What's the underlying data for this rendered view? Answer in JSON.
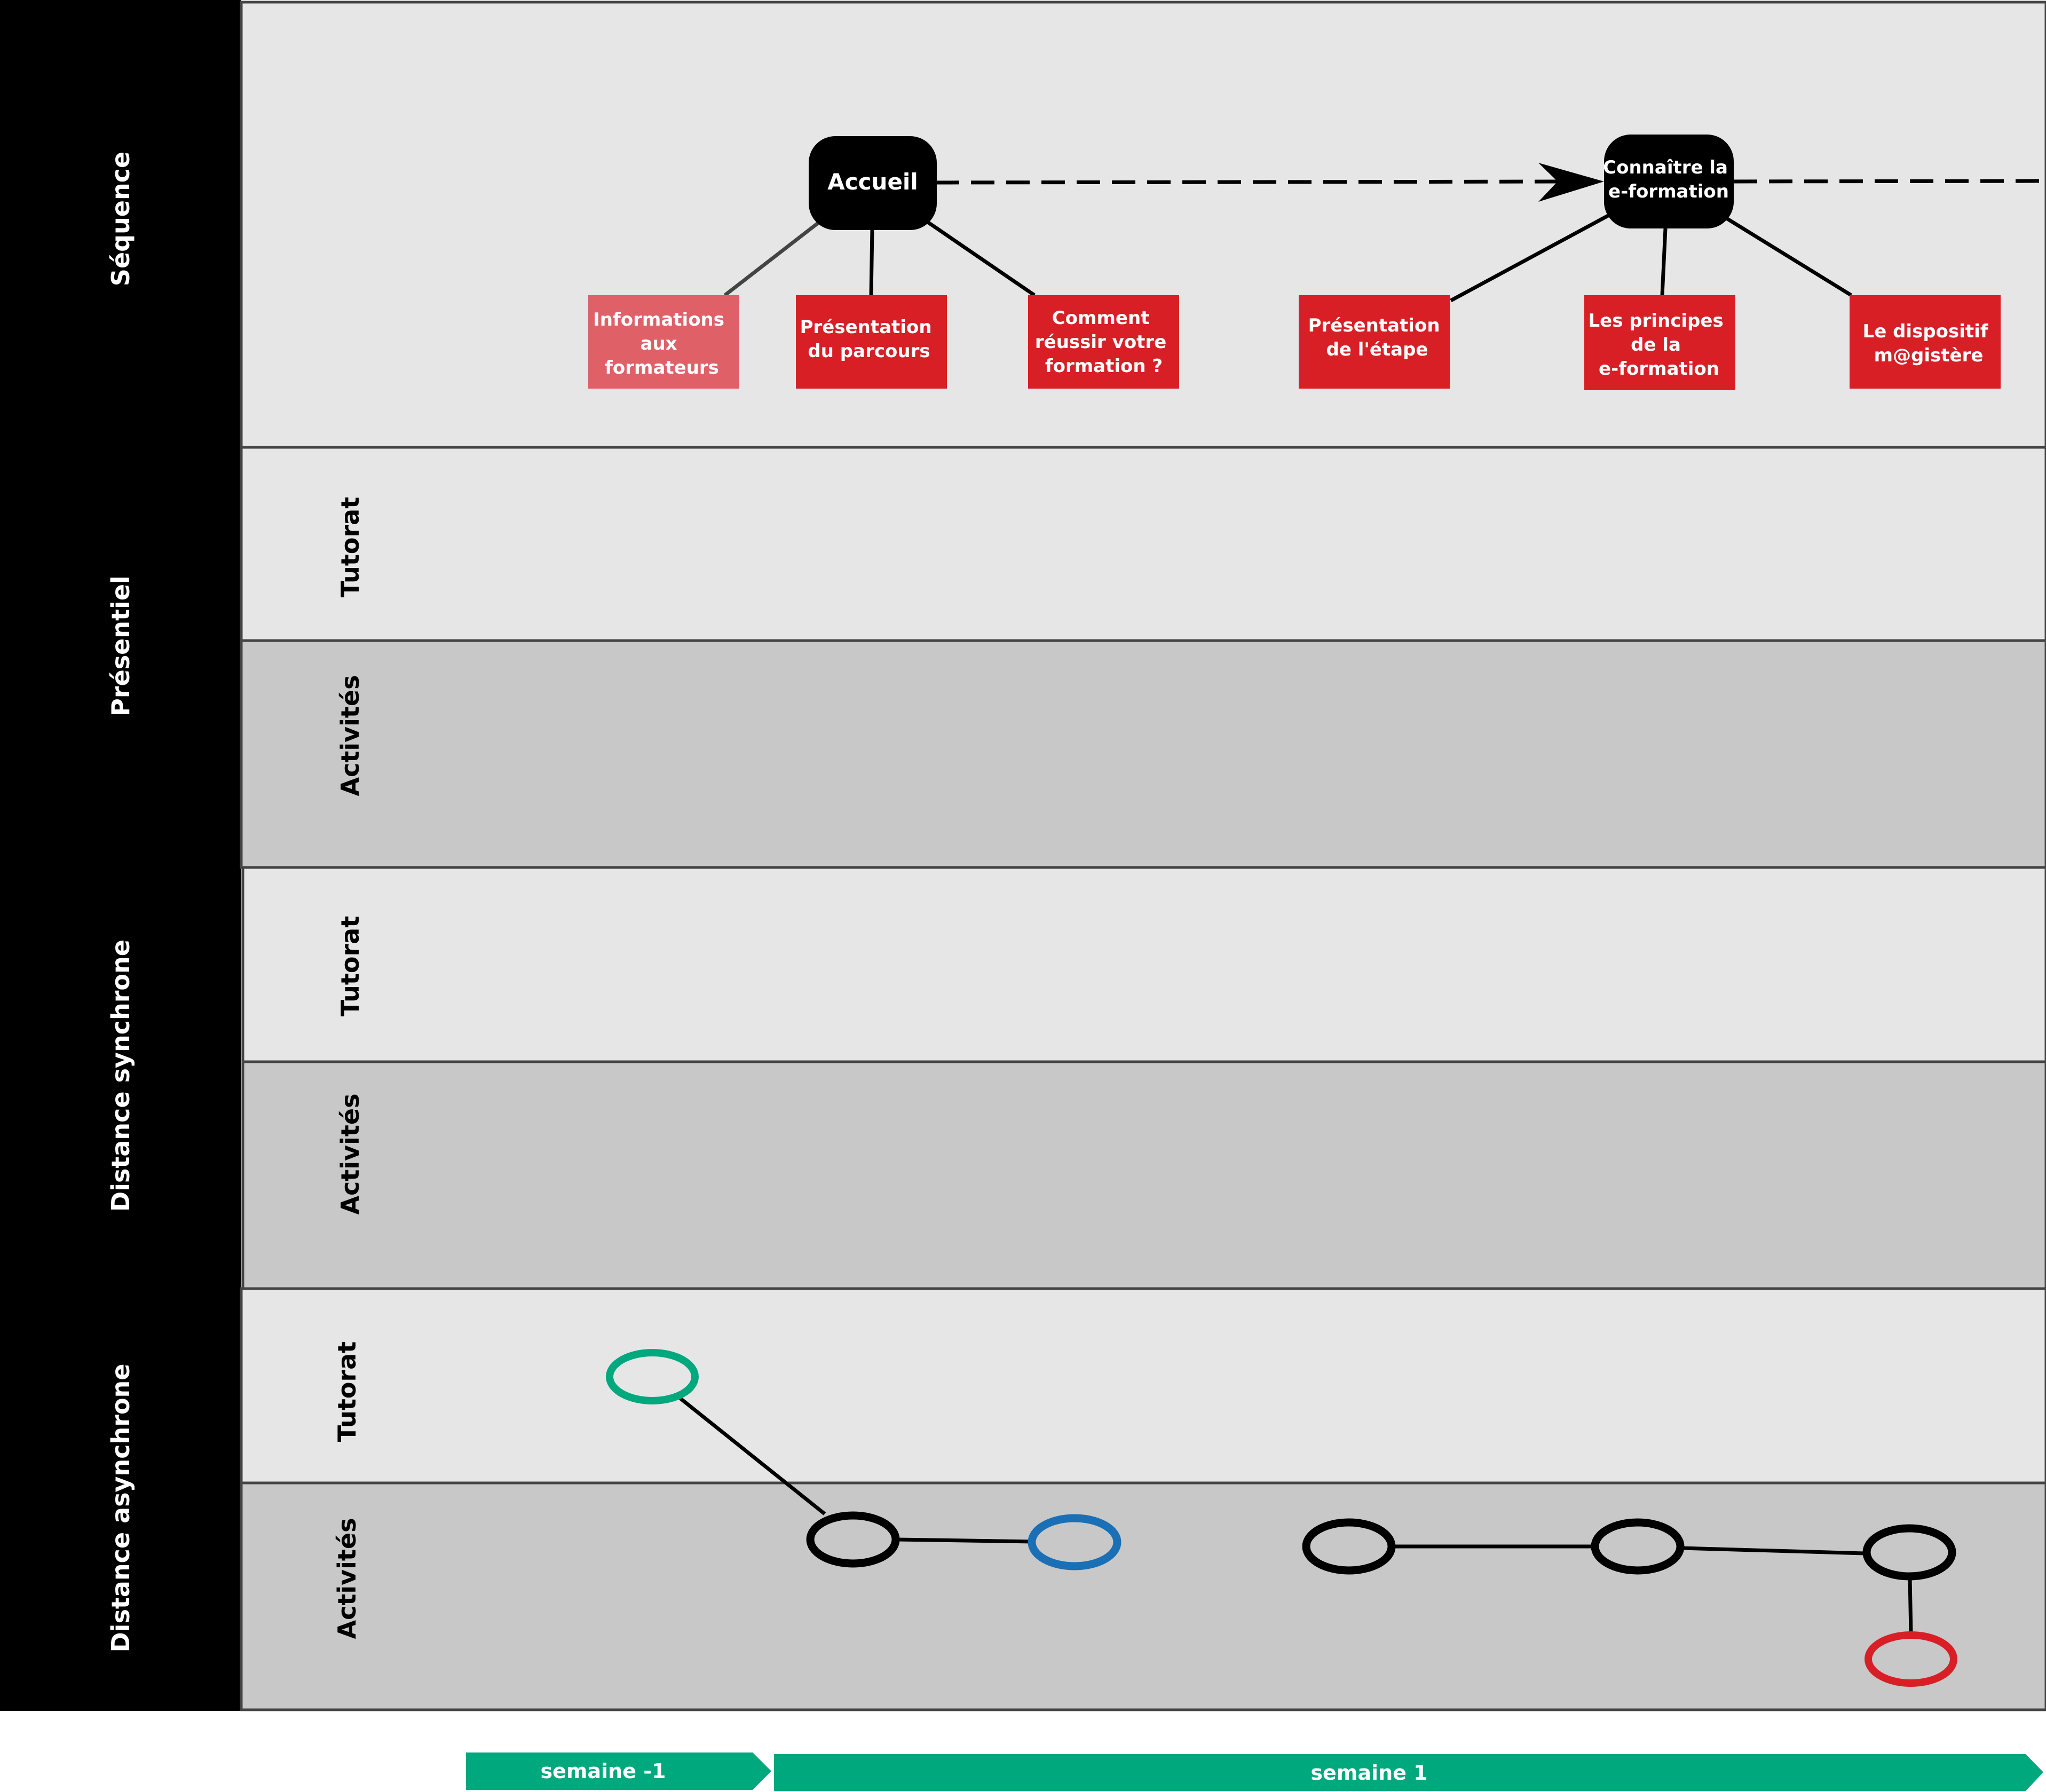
{
  "lanes": {
    "sequence": "Séquence",
    "presentiel": "Présentiel",
    "distance_synchrone": "Distance synchrone",
    "distance_asynchrone": "Distance asynchrone"
  },
  "sublanes": {
    "tutorat": "Tutorat",
    "activites": "Activités"
  },
  "sequence_nodes": {
    "accueil": "Accueil",
    "connaitre": [
      "Connaître la",
      "e-formation"
    ]
  },
  "sequence_items": {
    "informations": [
      "Informations",
      "aux",
      "formateurs"
    ],
    "presentation_parcours": [
      "Présentation",
      "du parcours"
    ],
    "comment_reussir": [
      "Comment",
      "réussir votre",
      "formation ?"
    ],
    "presentation_etape": [
      "Présentation",
      "de l'étape"
    ],
    "principes": [
      "Les principes",
      "de la",
      "e-formation"
    ],
    "dispositif": [
      "Le dispositif",
      "m@gistère"
    ]
  },
  "timeline": {
    "week_minus_1": "semaine -1",
    "week_1": "semaine 1"
  },
  "colors": {
    "lane_header": "#000000",
    "light_band": "#e6e6e6",
    "dark_band": "#c8c8c8",
    "item_red": "#d81f26",
    "item_pale_red": "#e06068",
    "timeline_green": "#00a87e",
    "circle_green": "#00a87e",
    "circle_blue": "#1a6fb5",
    "circle_red": "#d81f26"
  }
}
